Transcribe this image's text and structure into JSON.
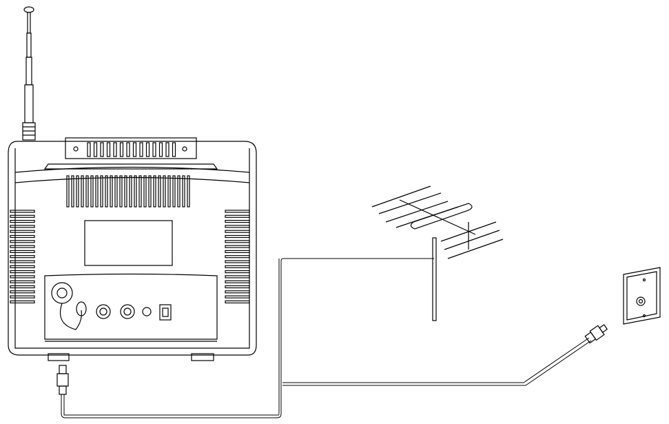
{
  "colors": {
    "line": "#000000",
    "background": "#ffffff"
  },
  "parts": [
    "portable-tv-rear",
    "telescopic-antenna",
    "outdoor-yagi-antenna",
    "coax-cable",
    "coax-plug",
    "wall-antenna-outlet"
  ]
}
